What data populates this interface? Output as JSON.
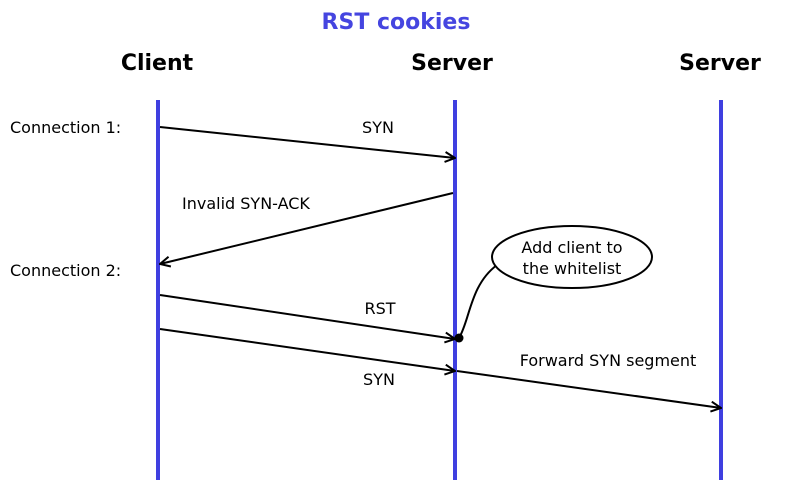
{
  "title": "RST cookies",
  "colors": {
    "accent": "#4545e0",
    "lifeline": "#3f3fe0",
    "ink": "#000000"
  },
  "participants": [
    "Client",
    "Server",
    "Server"
  ],
  "connections": [
    "Connection 1:",
    "Connection 2:"
  ],
  "messages": {
    "syn_1": "SYN",
    "invalid_synack": "Invalid SYN-ACK",
    "rst": "RST",
    "syn_2": "SYN",
    "forward": "Forward SYN segment"
  },
  "note": {
    "line1": "Add client to",
    "line2": "the whitelist"
  }
}
